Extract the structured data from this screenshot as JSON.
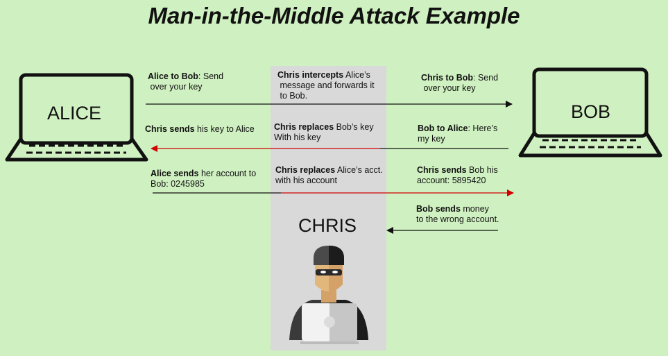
{
  "title": "Man-in-the-Middle Attack Example",
  "actors": {
    "alice": "ALICE",
    "bob": "BOB",
    "chris": "CHRIS"
  },
  "steps": [
    {
      "left_bold": "Alice to Bob",
      "left_rest": ": Send",
      "left_line2": "over your key",
      "mid_bold": "Chris intercepts",
      "mid_rest": " Alice’s",
      "mid_line2": "message and forwards it",
      "mid_line3": "to Bob.",
      "right_bold": "Chris to Bob",
      "right_rest": ": Send",
      "right_line2": "over your key"
    },
    {
      "left_bold": "Chris sends",
      "left_rest": " his key to Alice",
      "mid_bold": "Chris replaces",
      "mid_rest": " Bob’s key",
      "mid_line2": "With his key",
      "right_bold": "Bob to Alice",
      "right_rest": ": Here’s",
      "right_line2": "my key"
    },
    {
      "left_bold": "Alice sends",
      "left_rest": " her account to",
      "left_line2": "Bob: 0245985",
      "mid_bold": "Chris replaces",
      "mid_rest": " Alice’s acct.",
      "mid_line2": "with his account",
      "right_bold": "Chris sends",
      "right_rest": " Bob his",
      "right_line2": "account: 5895420"
    },
    {
      "right_bold": "Bob sends",
      "right_rest": " money",
      "right_line2": "to the wrong account."
    }
  ],
  "colors": {
    "background": "#cff0c0",
    "panel": "#d9d9d9",
    "red": "#d00000",
    "black": "#111111"
  }
}
